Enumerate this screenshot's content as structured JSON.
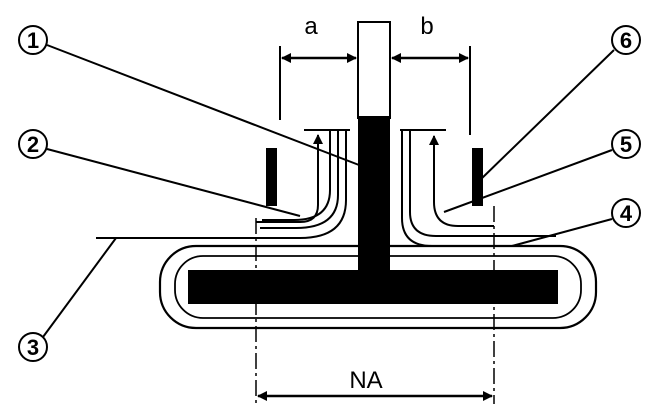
{
  "dimensions": {
    "a": "a",
    "b": "b",
    "na": "NA"
  },
  "callouts": [
    {
      "number": "1"
    },
    {
      "number": "2"
    },
    {
      "number": "3"
    },
    {
      "number": "4"
    },
    {
      "number": "5"
    },
    {
      "number": "6"
    }
  ]
}
